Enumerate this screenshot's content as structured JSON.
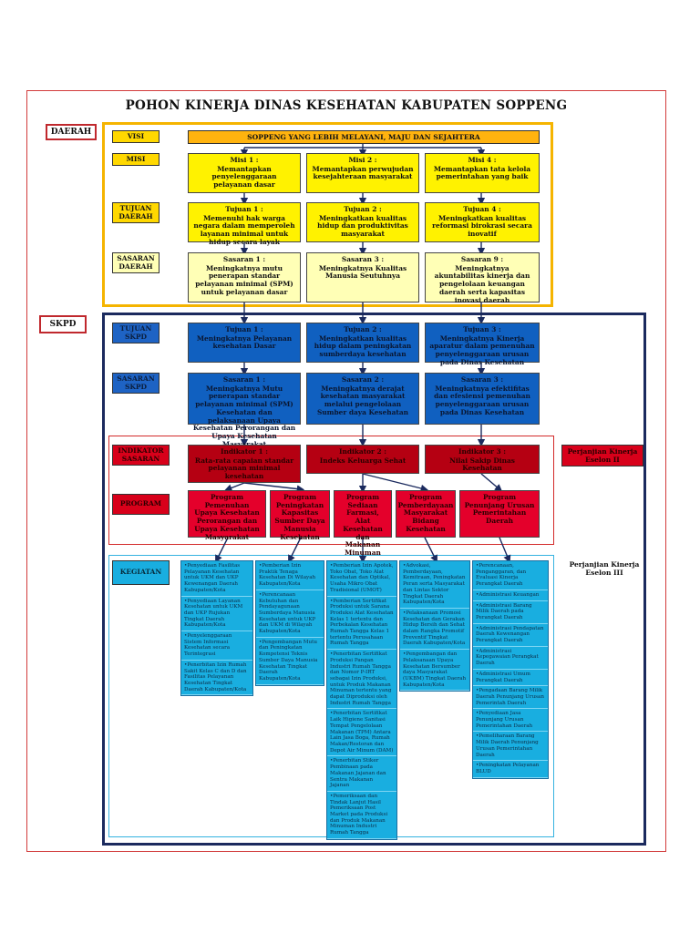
{
  "title": "POHON KINERJA DINAS KESEHATAN KABUPATEN SOPPENG",
  "tags": {
    "daerah": "DAERAH",
    "skpd": "SKPD"
  },
  "row_labels": {
    "visi": "VISI",
    "misi": "MISI",
    "tujuan_daerah": "TUJUAN DAERAH",
    "sasaran_daerah": "SASARAN DAERAH",
    "tujuan_skpd": "TUJUAN SKPD",
    "sasaran_skpd": "SASARAN SKPD",
    "indikator": "INDIKATOR SASARAN",
    "program": "PROGRAM",
    "kegiatan": "KEGIATAN"
  },
  "visi": "SOPPENG YANG LEBIH MELAYANI, MAJU DAN SEJAHTERA",
  "misi": [
    {
      "head": "Misi 1 :",
      "body": "Memantapkan penyelenggaraan pelayanan dasar"
    },
    {
      "head": "Misi 2 :",
      "body": "Memantapkan perwujudan kesejahteraan masyarakat"
    },
    {
      "head": "Misi 4 :",
      "body": "Memantapkan tata kelola pemerintahan yang baik"
    }
  ],
  "tujuan_daerah": [
    {
      "head": "Tujuan 1 :",
      "body": "Memenuhi hak warga negara dalam memperoleh layanan minimal untuk hidup secara layak"
    },
    {
      "head": "Tujuan 2 :",
      "body": "Meningkatkan kualitas hidup dan produktivitas masyarakat"
    },
    {
      "head": "Tujuan 4 :",
      "body": "Meningkatkan kualitas reformasi birokrasi secara inovatif"
    }
  ],
  "sasaran_daerah": [
    {
      "head": "Sasaran 1 :",
      "body": "Meningkatnya mutu penerapan standar pelayanan minimal (SPM) untuk pelayanan dasar"
    },
    {
      "head": "Sasaran 3 :",
      "body": "Meningkatnya Kualitas Manusia Seutuhnya"
    },
    {
      "head": "Sasaran 9 :",
      "body": "Meningkatnya akuntabilitas kinerja dan pengelolaan keuangan daerah serta kapasitas inovasi daerah"
    }
  ],
  "tujuan_skpd": [
    {
      "head": "Tujuan 1 :",
      "body": "Meningkatnya Pelayanan kesehatan Dasar"
    },
    {
      "head": "Tujuan 2 :",
      "body": "Meningkatkan kualitas hidup dalam peningkatan sumberdaya kesehatan"
    },
    {
      "head": "Tujuan 3 :",
      "body": "Meningkatnya Kinerja aparatur dalam pemenuhan penyelenggaraan urusan pada Dinas Kesehatan"
    }
  ],
  "sasaran_skpd": [
    {
      "head": "Sasaran 1 :",
      "body": "Meningkatnya Mutu penerapan standar pelayanan minimal (SPM) Kesehatan dan pelaksanaan Upaya Kesehatan Perorangan dan Upaya Kesehatan Masyarakat"
    },
    {
      "head": "Sasaran 2 :",
      "body": "Meningkatnya derajat kesehatan masyarakat melalui pengelolaan Sumber daya Kesehatan"
    },
    {
      "head": "Sasaran 3 :",
      "body": "Meningkatnya efektifitas dan efesiensi pemenuhan penyelenggaraan urusan pada Dinas Kesehatan"
    }
  ],
  "indikator": [
    {
      "head": "Indikator 1 :",
      "body": "Rata-rata capaian standar pelayanan minimal kesehatan"
    },
    {
      "head": "Indikator 2 :",
      "body": "Indeks Keluarga Sehat"
    },
    {
      "head": "Indikator 3 :",
      "body": "Nilai Sakip Dinas Kesehatan"
    }
  ],
  "programs": [
    "Program Pemenuhan Upaya Kesehatan Perorangan dan Upaya Kesehatan Masyarakat",
    "Program Peningkatan Kapasitas Sumber Daya Manusia Kesehatan",
    "Program Sediaan Farmasi, Alat Kesehatan dan Makanan Minuman",
    "Program Pemberdayaan Masyarakat Bidang Kesehatan",
    "Program Penunjang Urusan Pemerintahan Daerah"
  ],
  "kegiatan": [
    [
      "Penyediaan Fasilitas Pelayanan Kesehatan untuk UKM dan UKP Kewenangan Daerah Kabupaten/Kota",
      "Penyediaan Layanan Kesehatan untuk UKM dan UKP Rujukan Tingkat Daerah Kabupaten/Kota",
      "Penyelenggaraan Sistem Informasi Kesehatan secara Terintegrasi",
      "Penerbitan Izin Rumah Sakit Kelas C dan D dan Fasilitas Pelayanan Kesehatan Tingkat Daerah Kabupaten/Kota"
    ],
    [
      "Pemberian Izin Praktik Tenaga Kesehatan Di Wilayah Kabupaten/Kota",
      "Perencanaan Kebutuhan dan Pendayagunaan Sumberdaya Manusia Kesehatan untuk UKP dan UKM di Wilayah Kabupaten/Kota",
      "Pengembangan Mutu dan Peningkatan Kompetensi Teknis Sumber Daya Manusia Kesehatan Tingkat Daerah Kabupaten/Kota"
    ],
    [
      "Pemberian Izin Apotek, Toko Obat, Toko Alat Kesehatan dan Optikal, Usaha Mikro Obat Tradisional (UMOT)",
      "Pemberian Sertifikat Produksi untuk Sarana Produksi Alat Kesehatan Kelas 1 tertentu dan Perbekalan Kesehatan Rumah Tangga Kelas 1 tertentu Perusahaan Rumah Tangga",
      "Penerbitan Sertifikat Produksi Pangan Industri Rumah Tangga dan Nomor P-IRT sebagai Izin Produksi, untuk Produk Makanan Minuman tertentu yang dapat Diproduksi oleh Industri Rumah Tangga",
      "Penerbitan Sertifikat Laik Higiene Sanitasi Tempat Pengelolaan Makanan (TPM) Antara Lain Jasa Boga, Rumah Makan/Restoran dan Depot Air Minum (DAM)",
      "Penerbitan Stiker Pembinaan pada Makanan Jajanan dan Sentra Makanan Jajanan",
      "Pemeriksaan dan Tindak Lanjut Hasil Pemeriksaan Post Market pada Produksi dan Produk Makanan Minuman Industri Rumah Tangga"
    ],
    [
      "Advokasi, Pemberdayaan, Kemitraan, Peningkatan Peran serta Masyarakat dan Lintas Sektor Tingkat Daerah Kabupaten/Kota",
      "Pelaksanaan Promosi Kesehatan dan Gerakan Hidup Bersih dan Sehat dalam Rangka Promotif Preventif Tingkat Daerah Kabupaten/Kota",
      "Pengembangan dan Pelaksanaan Upaya Kesehatan Bersumber daya Masyarakat (UKBM) Tingkat Daerah Kabupaten/Kota"
    ],
    [
      "Perencanaan, Penganggaran, dan Evaluasi Kinerja Perangkat Daerah",
      "Administrasi Keuangan",
      "Administrasi Barang Milik Daerah pada Perangkat Daerah",
      "Administrasi Pendapatan Daerah Kewenangan Perangkat Daerah",
      "Administrasi Kepegawaian Perangkat Daerah",
      "Administrasi Umum Perangkat Daerah",
      "Pengadaan Barang Milik Daerah Penunjang Urusan Pemerintah Daerah",
      "Penyediaan Jasa Penunjang Urusan Pemerintahan Daerah",
      "Pemeliharaan Barang Milik Daerah Penunjang Urusan Pemerintahan Daerah",
      "Peningkatan Pelayanan BLUD"
    ]
  ],
  "perjanjian": {
    "eselon2": "Perjanjian Kinerja Eselon II",
    "eselon3": "Perjanjian Kinerja Eselon III"
  },
  "colors": {
    "visi_bar": "#ffb30f",
    "misi": "#fff200",
    "sasaran_daerah": "#ffffb6",
    "skpd": "#1060c0",
    "indikator": "#b50012",
    "program": "#e4002b",
    "kegiatan": "#19aee0",
    "daerah_frame": "#f5b400",
    "skpd_frame": "#1b2a5e"
  }
}
